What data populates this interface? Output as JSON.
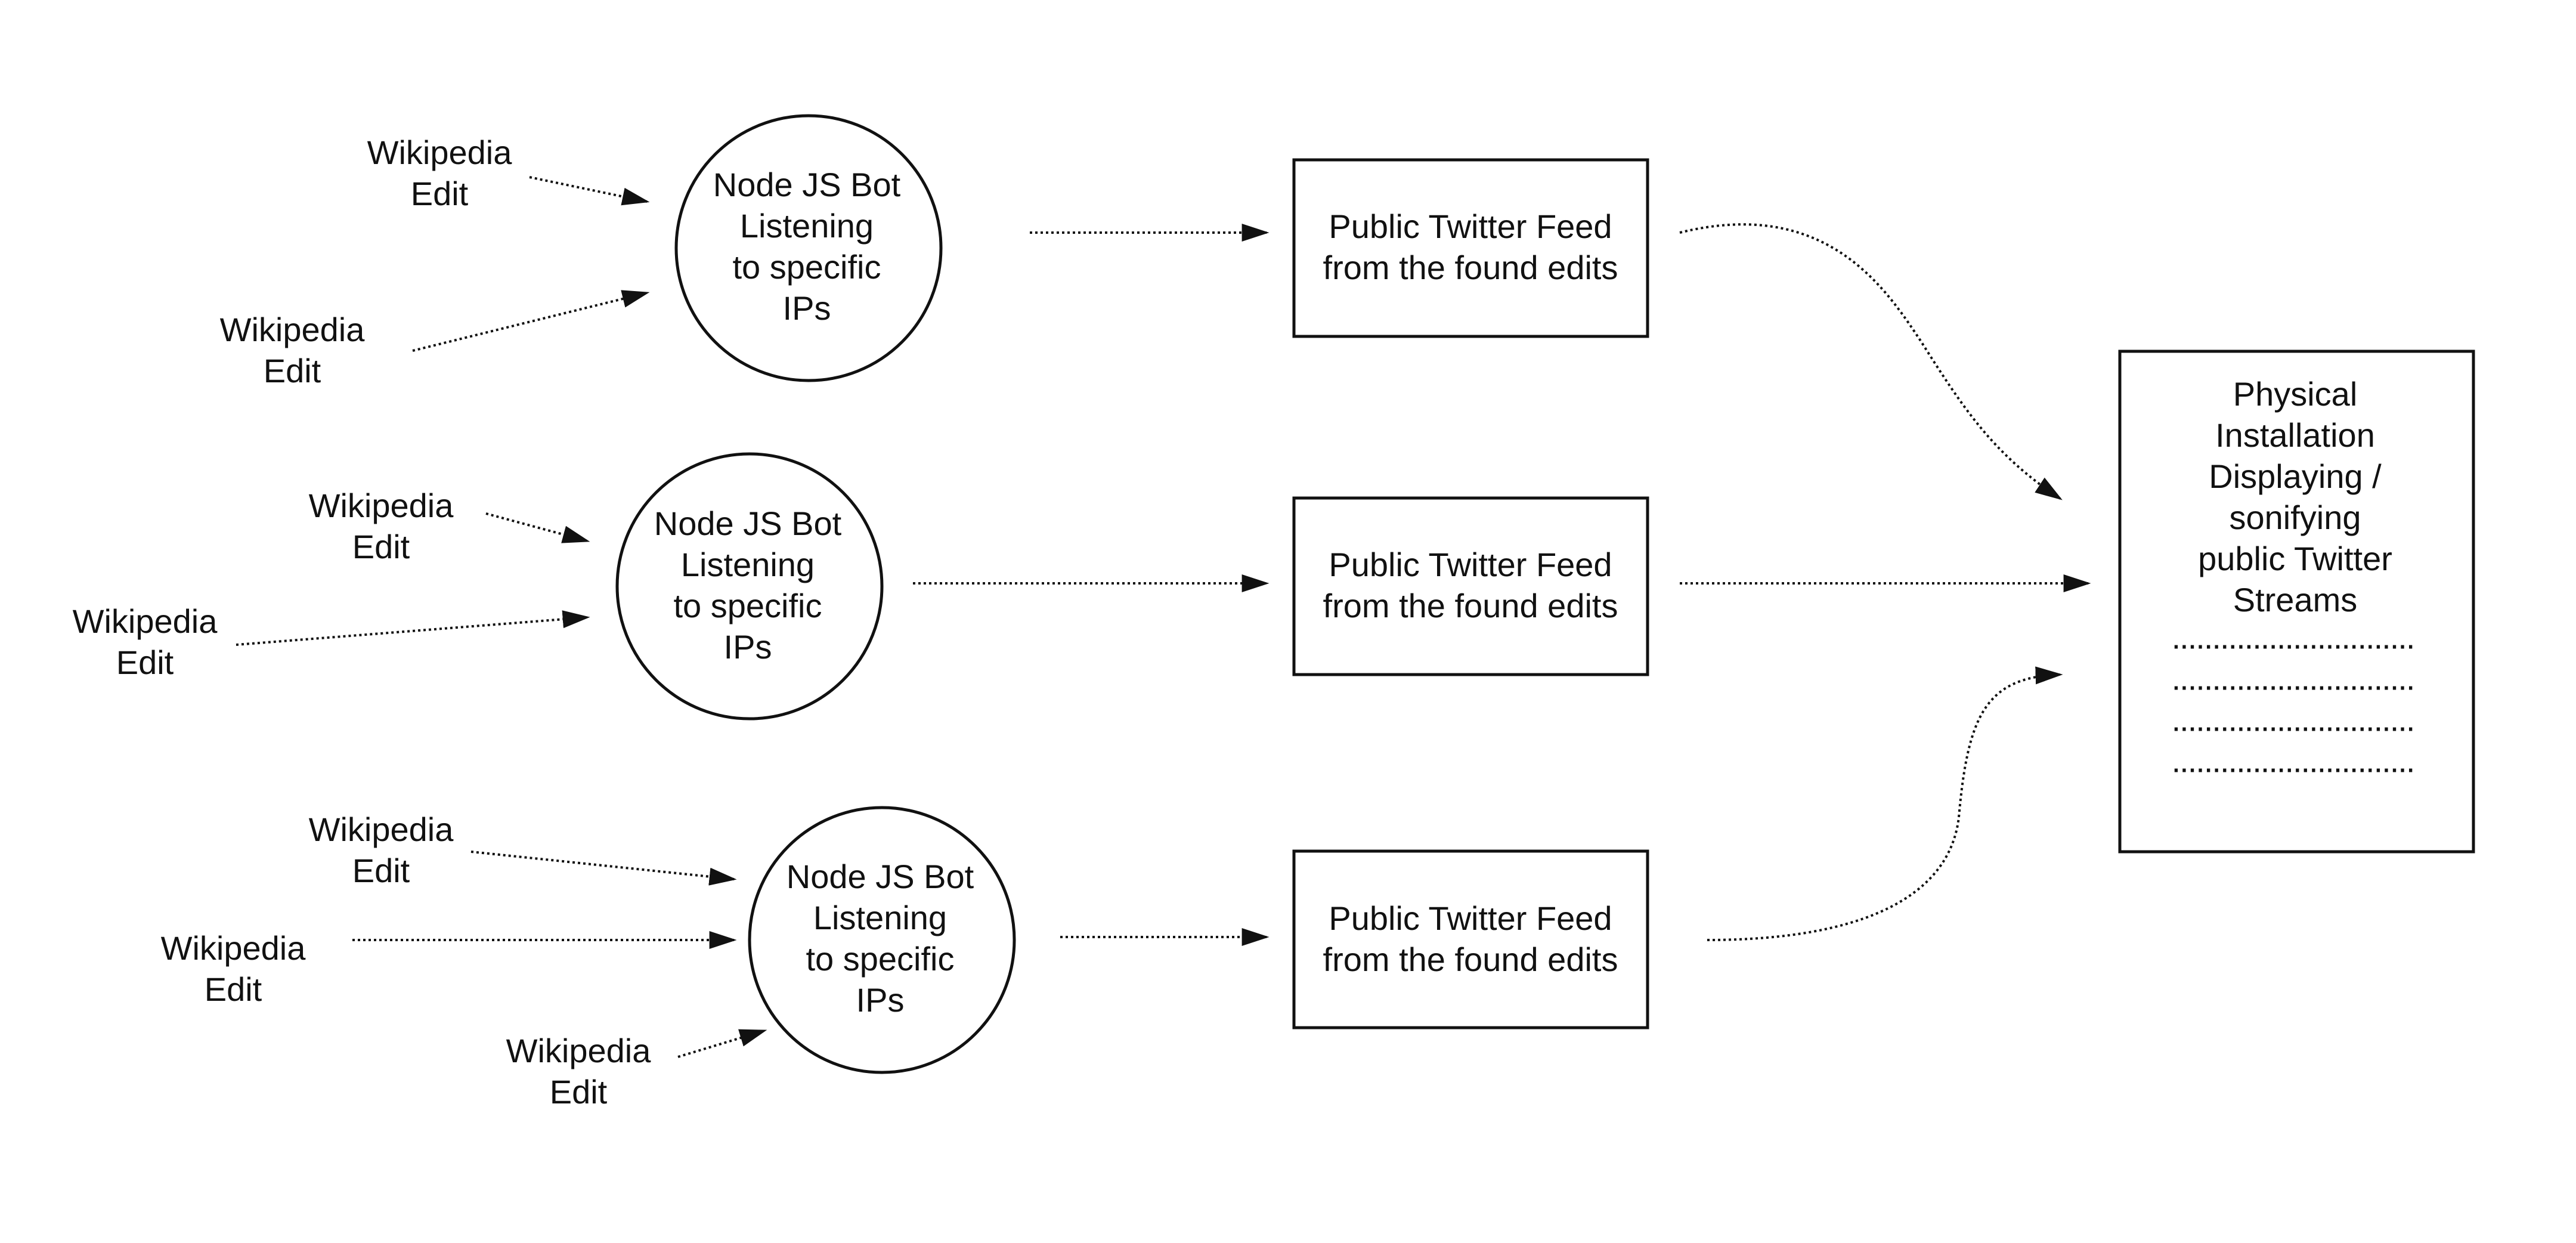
{
  "nodes": {
    "edit_label": "Wikipedia\nEdit",
    "bot_label": "Node JS Bot\nListening\nto specific\nIPs",
    "feed_label": "Public Twitter Feed\nfrom the found edits",
    "installation_label": "Physical Installation\nDisplaying / sonifying\npublic Twitter\nStreams",
    "installation_placeholder_lines": [
      "..............................",
      "..............................",
      "..............................",
      ".............................."
    ]
  },
  "colors": {
    "stroke": "#111111",
    "background": "#ffffff"
  }
}
